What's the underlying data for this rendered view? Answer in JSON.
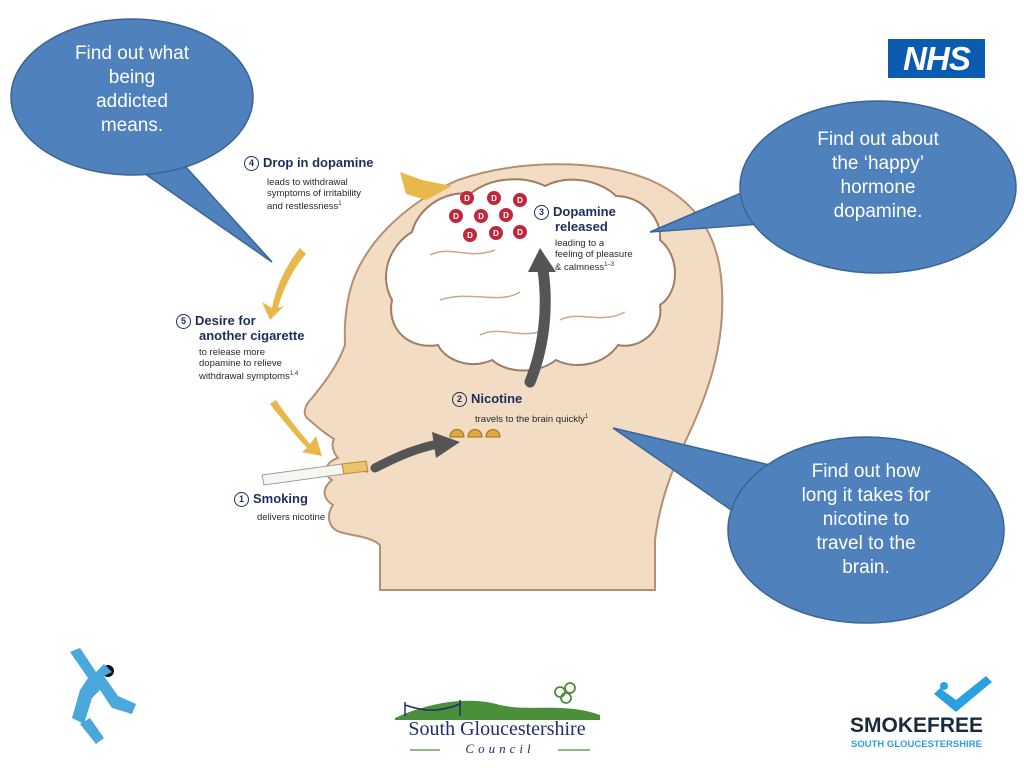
{
  "steps": [
    {
      "number": "1",
      "title": "Smoking",
      "desc": "delivers nicotine"
    },
    {
      "number": "2",
      "title": "Nicotine",
      "desc": "travels to the brain quickly",
      "ref": "1"
    },
    {
      "number": "3",
      "title_lines": [
        "Dopamine",
        "released"
      ],
      "desc_lines": [
        "leading to a",
        "feeling of pleasure",
        "& calmness"
      ],
      "ref": "1–3"
    },
    {
      "number": "4",
      "title": "Drop in dopamine",
      "desc_lines": [
        "leads to withdrawal",
        "symptoms of irritability",
        "and restlessness"
      ],
      "ref": "1"
    },
    {
      "number": "5",
      "title_lines": [
        "Desire for",
        "another cigarette"
      ],
      "desc_lines": [
        "to release more",
        "dopamine to relieve",
        "withdrawal symptoms"
      ],
      "ref": "1,4"
    }
  ],
  "dopamine_molecule_letter": "D",
  "callouts": [
    {
      "lines": [
        "Find out what",
        "being",
        "addicted",
        "means."
      ]
    },
    {
      "lines": [
        "Find out about",
        "the ‘happy’",
        "hormone",
        "dopamine."
      ]
    },
    {
      "lines": [
        "Find out how",
        "long it takes for",
        "nicotine to",
        "travel to the",
        "brain."
      ]
    }
  ],
  "logos": {
    "nhs": "NHS",
    "south_glos": {
      "title": "South Gloucestershire",
      "subtitle": "Council"
    },
    "smokefree": {
      "title": "SMOKEFREE",
      "subtitle": "SOUTH GLOUCESTERSHIRE"
    }
  },
  "colors": {
    "callout_fill": "#4f81bd",
    "callout_stroke": "#3a6596",
    "head_fill": "#f3dcc4",
    "arrow_gold": "#e8b84a",
    "arrow_grey": "#555555",
    "dopamine_red": "#c0273a",
    "nhs_blue": "#0b5bb0",
    "smokefree_blue": "#2aa0e0"
  },
  "icons": [
    "figure-logo-icon",
    "bridge-hills-icon",
    "tree-icon",
    "check-logo-icon"
  ]
}
